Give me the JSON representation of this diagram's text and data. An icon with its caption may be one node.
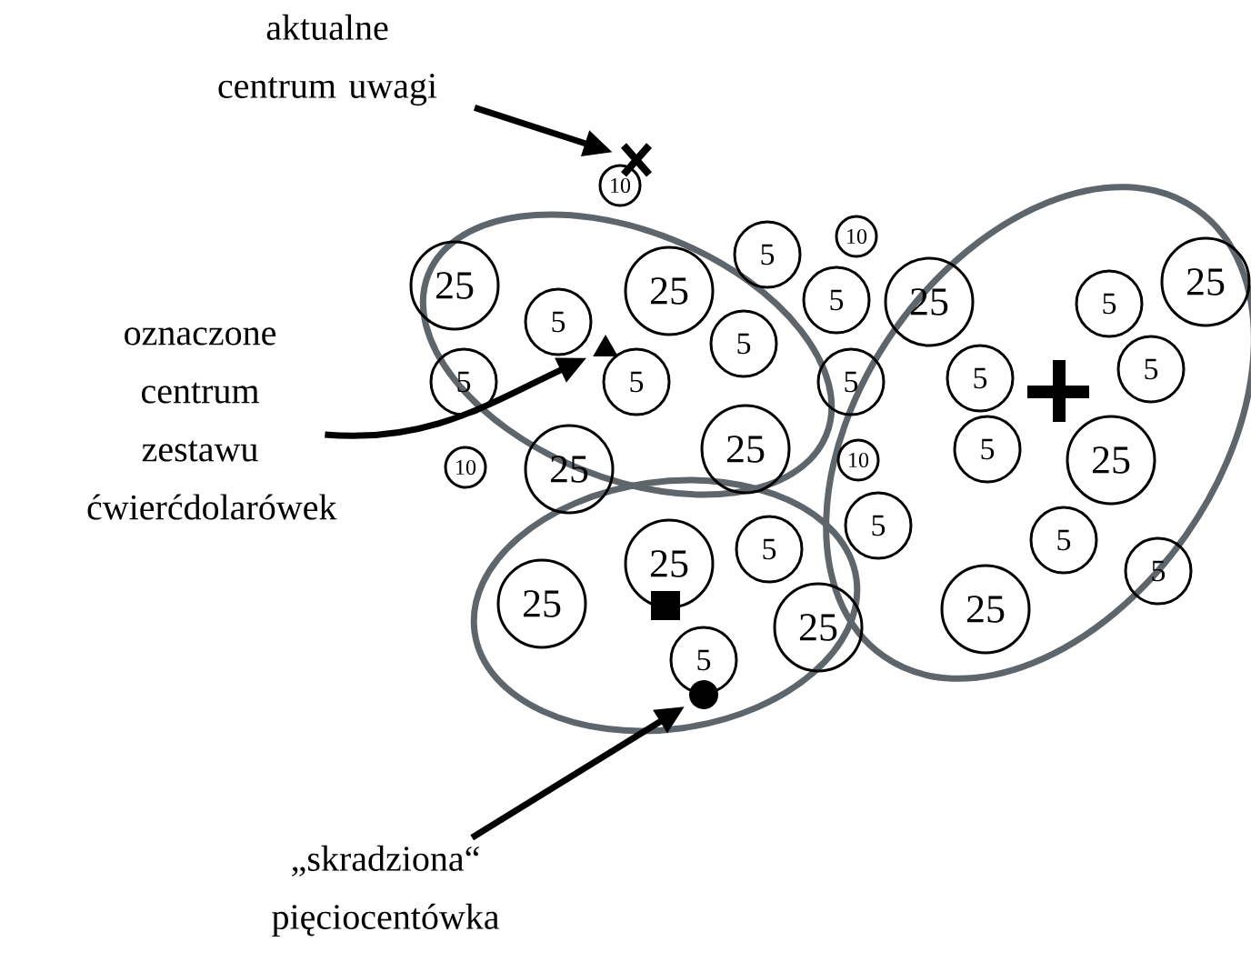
{
  "diagram": {
    "nodes": [
      {
        "text": [
          "aktualne centrum uwagi"
        ]
      },
      {
        "text": [],
        "shape": "cross"
      },
      {
        "text": [
          "oznaczone centrum zestawu ćwierćdolarówek"
        ]
      },
      {
        "text": [],
        "shape": "triangle"
      },
      {
        "text": [
          "„skradziona“ pięciocentówka"
        ]
      },
      {
        "text": [],
        "shape": "circle"
      },
      {
        "text": [
          "10"
        ]
      },
      {
        "text": [
          "10"
        ]
      },
      {
        "text": [
          "5"
        ]
      },
      {
        "text": [
          "25"
        ]
      },
      {
        "text": [
          "25"
        ]
      },
      {
        "text": [
          "25"
        ]
      },
      {
        "text": [
          "5"
        ]
      },
      {
        "text": [
          "25"
        ]
      },
      {
        "text": [
          "5"
        ]
      },
      {
        "text": [
          "5"
        ]
      },
      {
        "text": [
          "5"
        ]
      },
      {
        "text": [
          "5"
        ]
      },
      {
        "text": [
          "5"
        ]
      },
      {
        "text": [
          "5"
        ]
      },
      {
        "text": [
          "5"
        ]
      },
      {
        "text": [
          "5"
        ]
      },
      {
        "text": [
          "5"
        ]
      },
      {
        "text": [
          "25"
        ]
      },
      {
        "text": [
          "25"
        ]
      },
      {
        "text": [
          "10"
        ]
      },
      {
        "text": [
          "10"
        ]
      },
      {
        "text": [
          "25"
        ]
      },
      {
        "text": [
          "5"
        ]
      },
      {
        "text": [
          "5"
        ]
      },
      {
        "text": [
          "5"
        ]
      },
      {
        "text": [
          "25"
        ]
      },
      {
        "text": [
          "5"
        ]
      },
      {
        "text": [
          "25"
        ]
      },
      {
        "text": [
          "25"
        ]
      },
      {
        "text": [
          "25"
        ]
      },
      {
        "text": [
          "5"
        ]
      }
    ],
    "edges": [
      {
        "from": 0,
        "to": 1,
        "arrow": "to"
      },
      {
        "from": 2,
        "to": 3,
        "arrow": "to"
      },
      {
        "from": 4,
        "to": 5,
        "arrow": "to"
      }
    ]
  }
}
